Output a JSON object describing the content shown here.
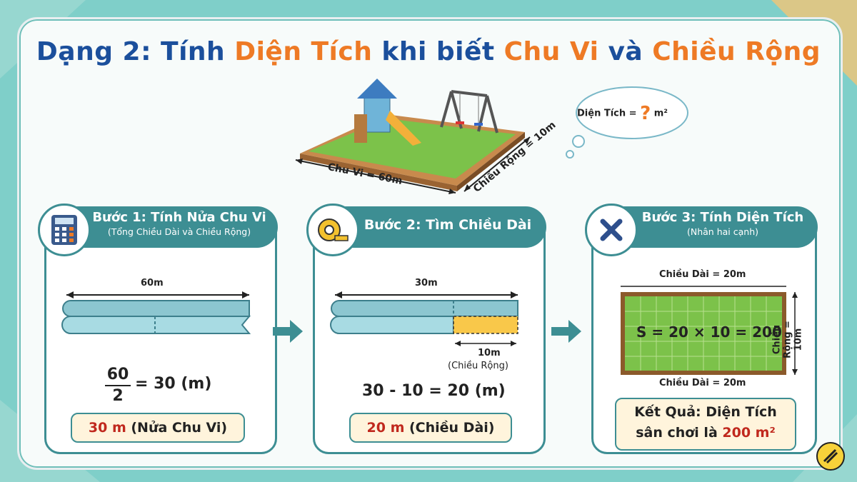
{
  "title": {
    "part1": "Dạng 2: Tính ",
    "part2": "Diện Tích",
    "part3": " khi biết ",
    "part4": "Chu Vi",
    "part5": " và ",
    "part6": "Chiều Rộng"
  },
  "scene": {
    "perimeter_label": "Chu Vi = 60m",
    "width_label": "Chiều Rộng = 10m"
  },
  "thought": {
    "text": "Diện Tích =",
    "question": "?",
    "unit": "m²"
  },
  "step1": {
    "title": "Bước 1: Tính Nửa Chu Vi",
    "subtitle": "(Tổng Chiều Dài và Chiều Rộng)",
    "length_label": "60m",
    "numerator": "60",
    "denominator": "2",
    "equation_rhs": "= 30 (m)",
    "result_value": "30 m",
    "result_text": " (Nửa Chu Vi)"
  },
  "step2": {
    "title": "Bước 2: Tìm Chiều Dài",
    "length_label": "30m",
    "width_label": "10m",
    "width_caption": "(Chiều Rộng)",
    "equation": "30 - 10 = 20 (m)",
    "result_value": "20 m",
    "result_text": " (Chiều Dài)"
  },
  "step3": {
    "title": "Bước 3: Tính Diện Tích",
    "subtitle": "(Nhân hai cạnh)",
    "top_label": "Chiều Dài = 20m",
    "bottom_label": "Chiều Dài = 20m",
    "side_label": "Chiều Rộng = 10m",
    "formula": "S = 20 × 10 = 200",
    "result_line1": "Kết Quả: Diện Tích",
    "result_line2_prefix": "sân chơi là ",
    "result_value": "200 m²"
  },
  "colors": {
    "title_blue": "#1b4f9c",
    "accent_orange": "#ee7a25",
    "teal": "#3d8e93",
    "result_red": "#c0281d"
  }
}
